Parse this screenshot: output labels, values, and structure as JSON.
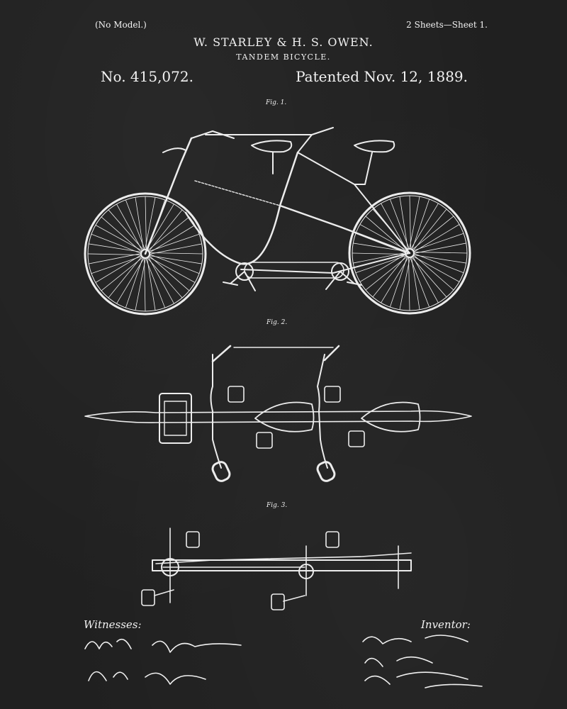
{
  "header": {
    "no_model": "(No Model.)",
    "sheets": "2 Sheets—Sheet 1.",
    "inventors": "W. STARLEY & H. S. OWEN.",
    "invention": "TANDEM BICYCLE.",
    "patent_no": "No. 415,072.",
    "patent_date": "Patented Nov. 12, 1889."
  },
  "figures": {
    "fig1": "Fig. 1.",
    "fig2": "Fig. 2.",
    "fig3": "Fig. 3."
  },
  "footer": {
    "witnesses_label": "Witnesses:",
    "inventor_label": "Inventor:"
  },
  "colors": {
    "background": "#202020",
    "ink": "#ececec"
  }
}
